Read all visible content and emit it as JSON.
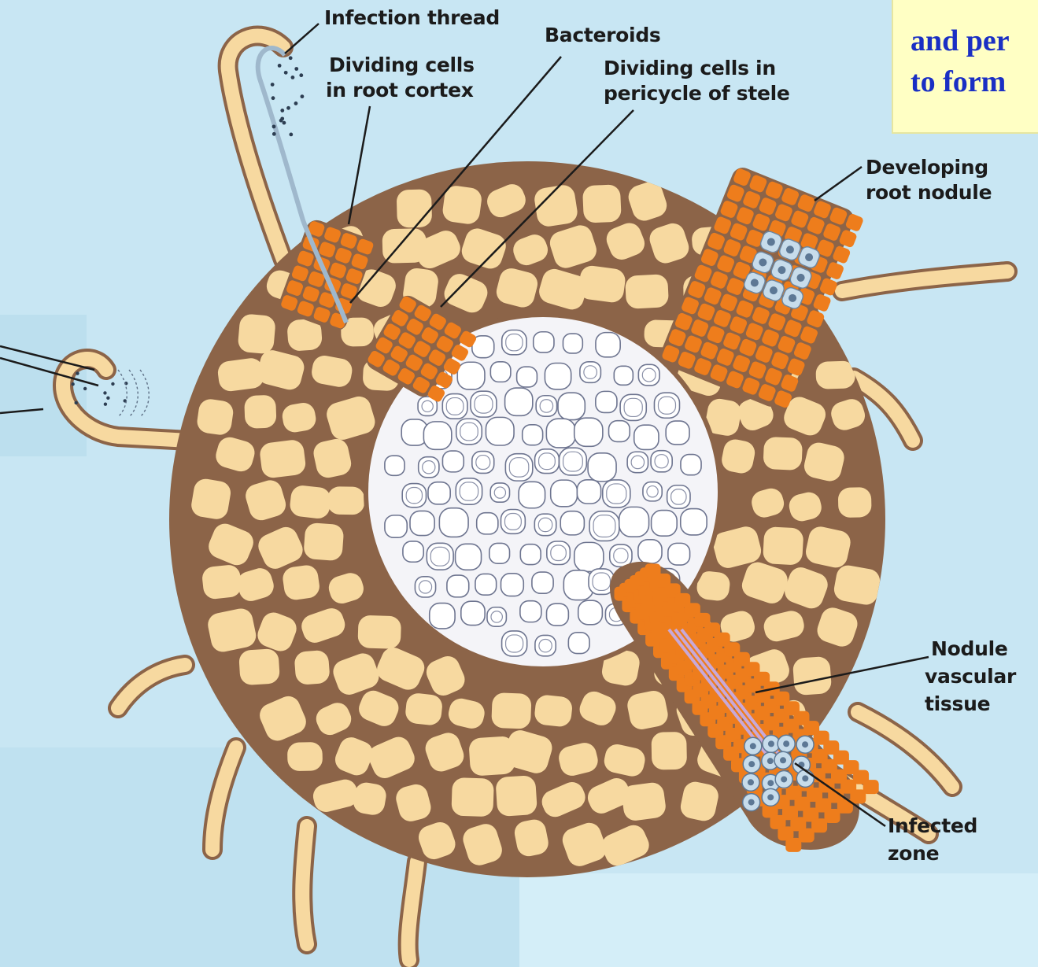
{
  "labels": {
    "infection_thread": "Infection thread",
    "bacteroids": "Bacteroids",
    "dividing_cortex_1": "Dividing cells",
    "dividing_cortex_2": "in root cortex",
    "dividing_pericycle_1": "Dividing cells in",
    "dividing_pericycle_2": "pericycle of stele",
    "developing_1": "Developing",
    "developing_2": "root nodule",
    "nodule_vascular_1": "Nodule",
    "nodule_vascular_2": "vascular",
    "nodule_vascular_3": "tissue",
    "infected_1": "Infected",
    "infected_2": "zone"
  },
  "callout": {
    "line1": "and per",
    "line2": "to form"
  },
  "colors": {
    "background": "#c8e6f3",
    "cortex_matrix": "#8c6448",
    "cortex_cell": "#f7d9a0",
    "nodule_cell": "#ee7d1c",
    "stele": "#ffffff",
    "bacteroid": "#a8c8e0",
    "callout_text": "#1a2fc4",
    "callout_bg": "#ffffc4"
  }
}
